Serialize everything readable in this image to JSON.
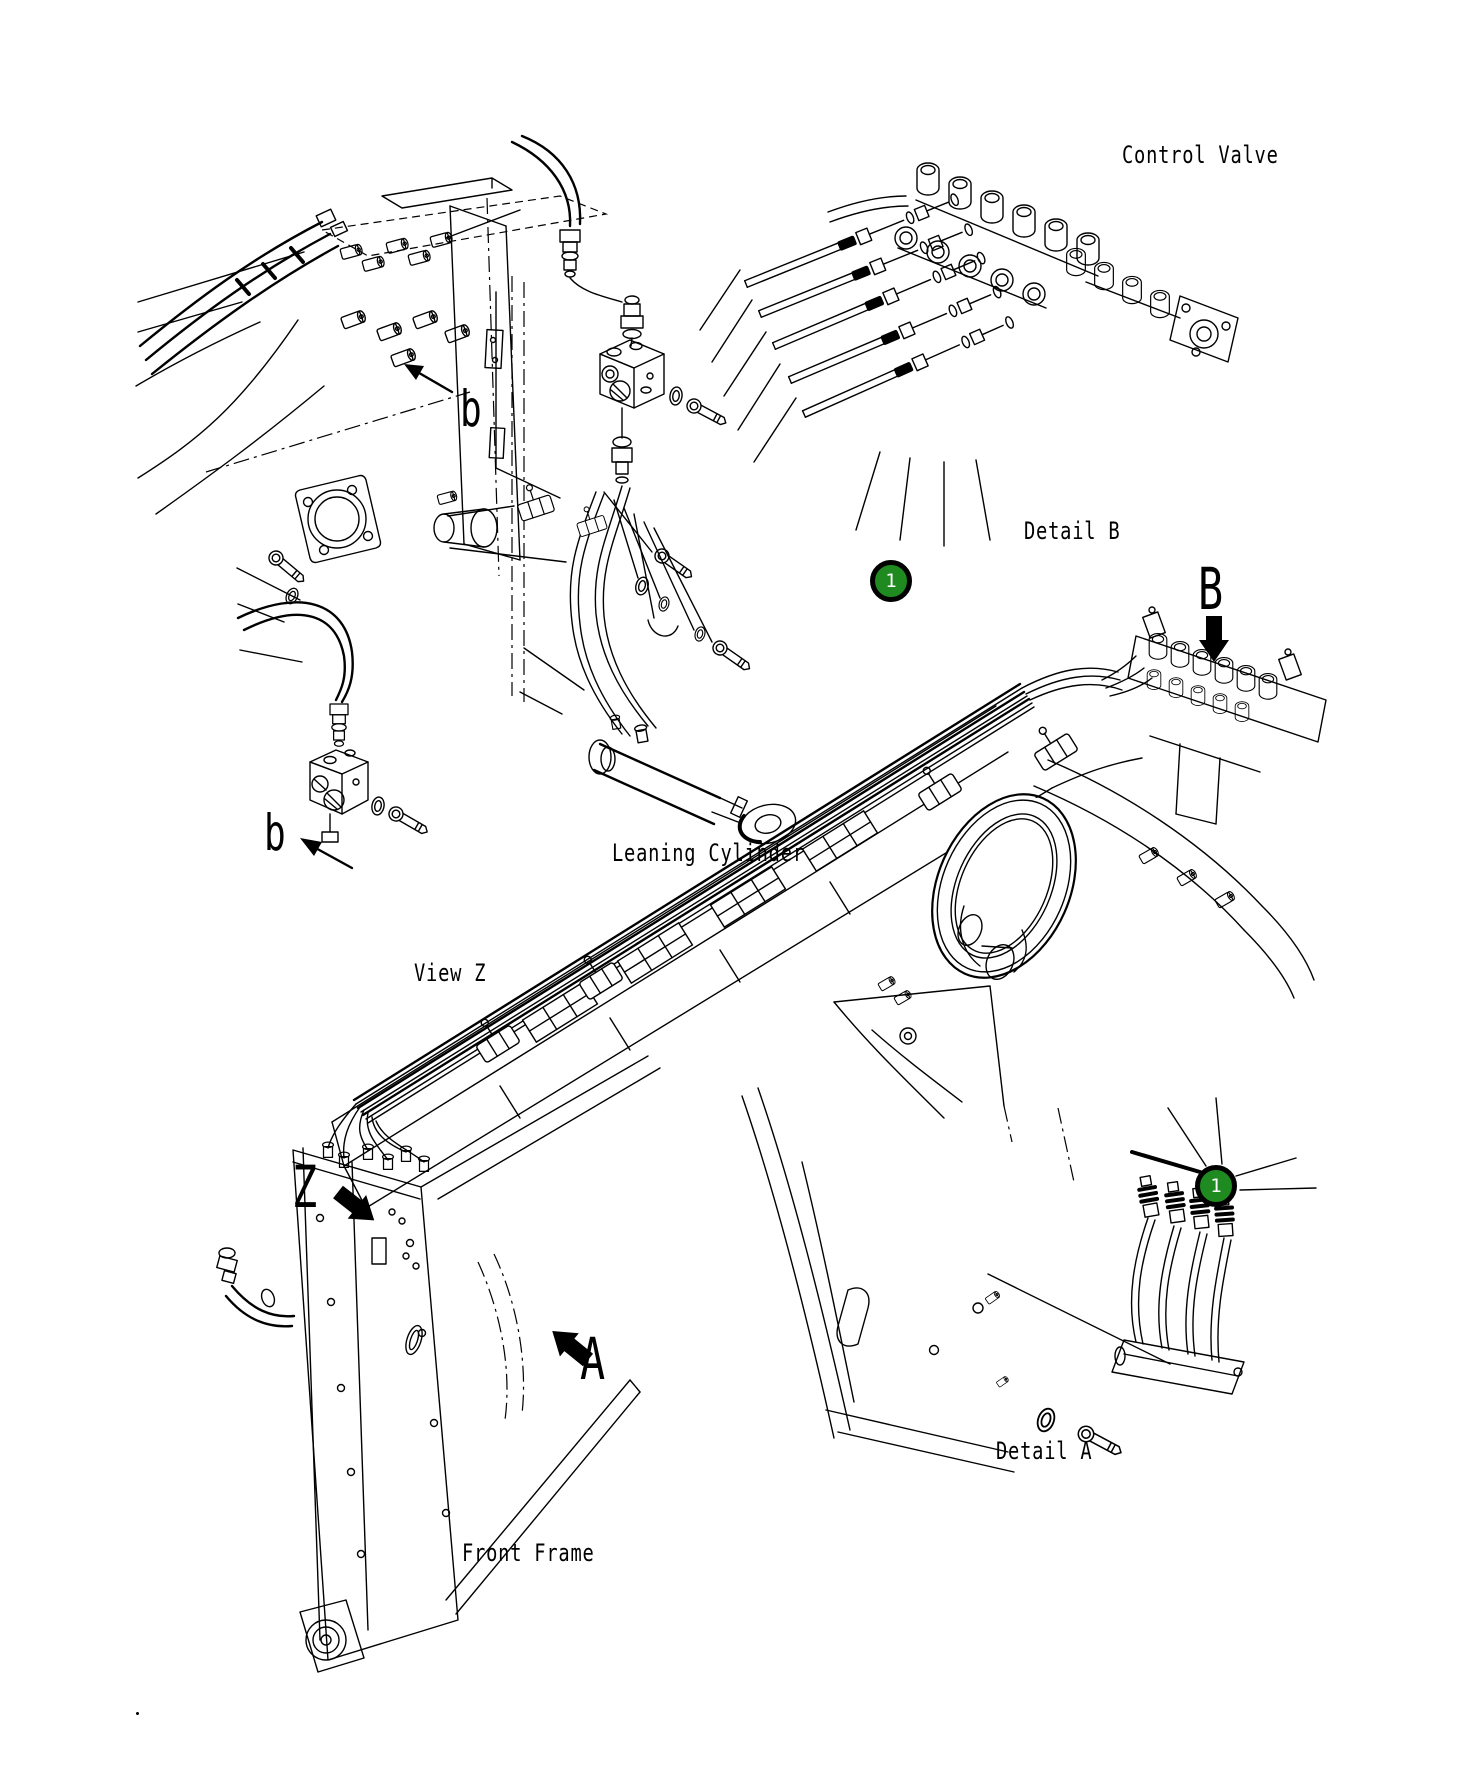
{
  "labels": {
    "control_valve": "Control Valve",
    "detail_b": "Detail B",
    "leaning_cylinder": "Leaning Cylinder",
    "view_z": "View Z",
    "detail_a": "Detail A",
    "front_frame": "Front Frame"
  },
  "view_letters": {
    "B": "B",
    "Z": "Z",
    "A": "A",
    "b_top": "b",
    "b_side": "b"
  },
  "callouts": {
    "center_badge": "1",
    "detail_a_badge": "1"
  },
  "colors": {
    "line": "#000000",
    "background": "#ffffff",
    "callout_green": "#1f8a1f",
    "callout_text": "#ffffff"
  }
}
